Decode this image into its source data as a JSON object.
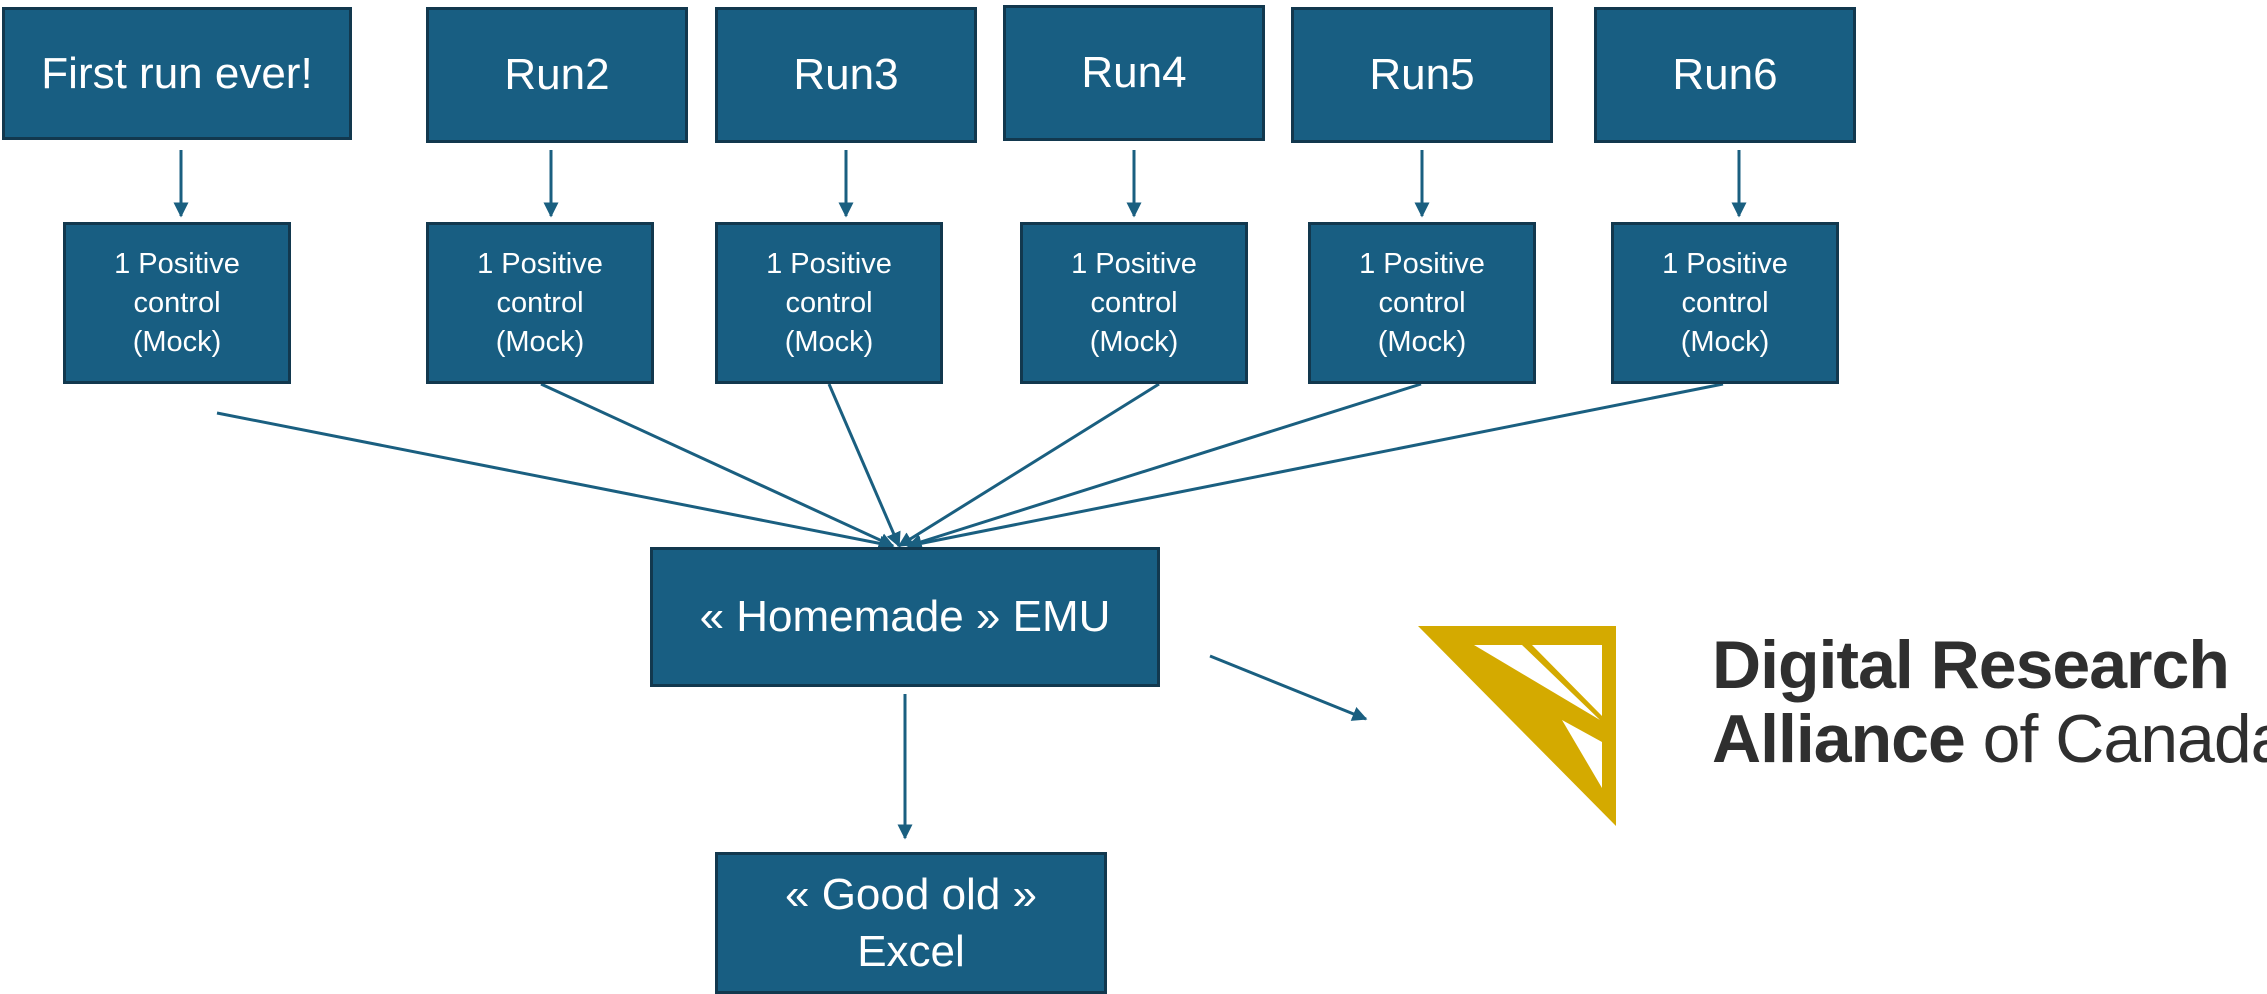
{
  "runs": [
    {
      "label": "First run ever!"
    },
    {
      "label": "Run2"
    },
    {
      "label": "Run3"
    },
    {
      "label": "Run4"
    },
    {
      "label": "Run5"
    },
    {
      "label": "Run6"
    }
  ],
  "control": {
    "line1": "1 Positive",
    "line2": "control",
    "line3": "(Mock)"
  },
  "emu": {
    "label": "« Homemade » EMU"
  },
  "excel": {
    "line1": "« Good old »",
    "line2": "Excel"
  },
  "logo": {
    "line1": "Digital Research",
    "line2_bold": "Alliance",
    "line2_light": " of Canada",
    "color": "#d4aa00"
  },
  "colors": {
    "box_fill": "#185e82",
    "box_border": "#12384e",
    "arrow": "#1a5f80"
  }
}
